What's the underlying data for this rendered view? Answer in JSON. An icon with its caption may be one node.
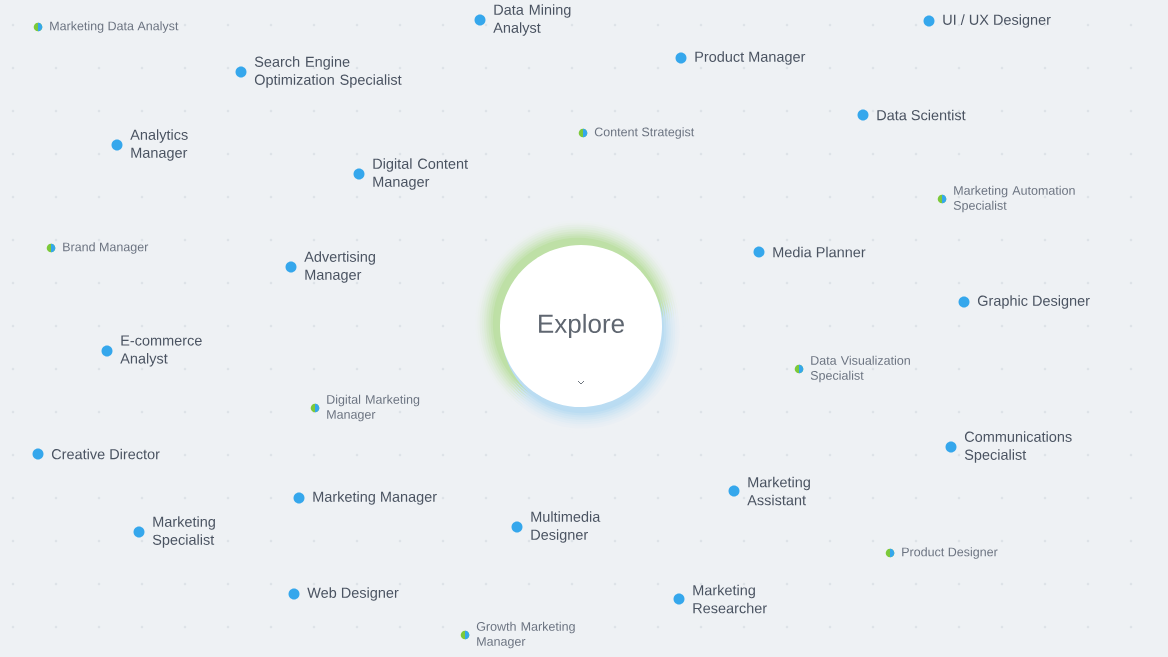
{
  "diagram": {
    "nodes": [
      {
        "text": [
          "Explore"
        ]
      }
    ],
    "labels": [
      "Marketing Data Analyst",
      "Data Mining Analyst",
      "UI / UX Designer",
      "Product Manager",
      "Search Engine Optimization Specialist",
      "Data Scientist",
      "Content Strategist",
      "Analytics Manager",
      "Digital Content Manager",
      "Marketing Automation Specialist",
      "Brand Manager",
      "Media Planner",
      "Advertising Manager",
      "Graphic Designer",
      "E-commerce Analyst",
      "Data Visualization Specialist",
      "Digital Marketing Manager",
      "Communications Specialist",
      "Creative Director",
      "Marketing Assistant",
      "Marketing Manager",
      "Multimedia Designer",
      "Marketing Specialist",
      "Product Designer",
      "Web Designer",
      "Marketing Researcher",
      "Growth Marketing Manager"
    ]
  }
}
